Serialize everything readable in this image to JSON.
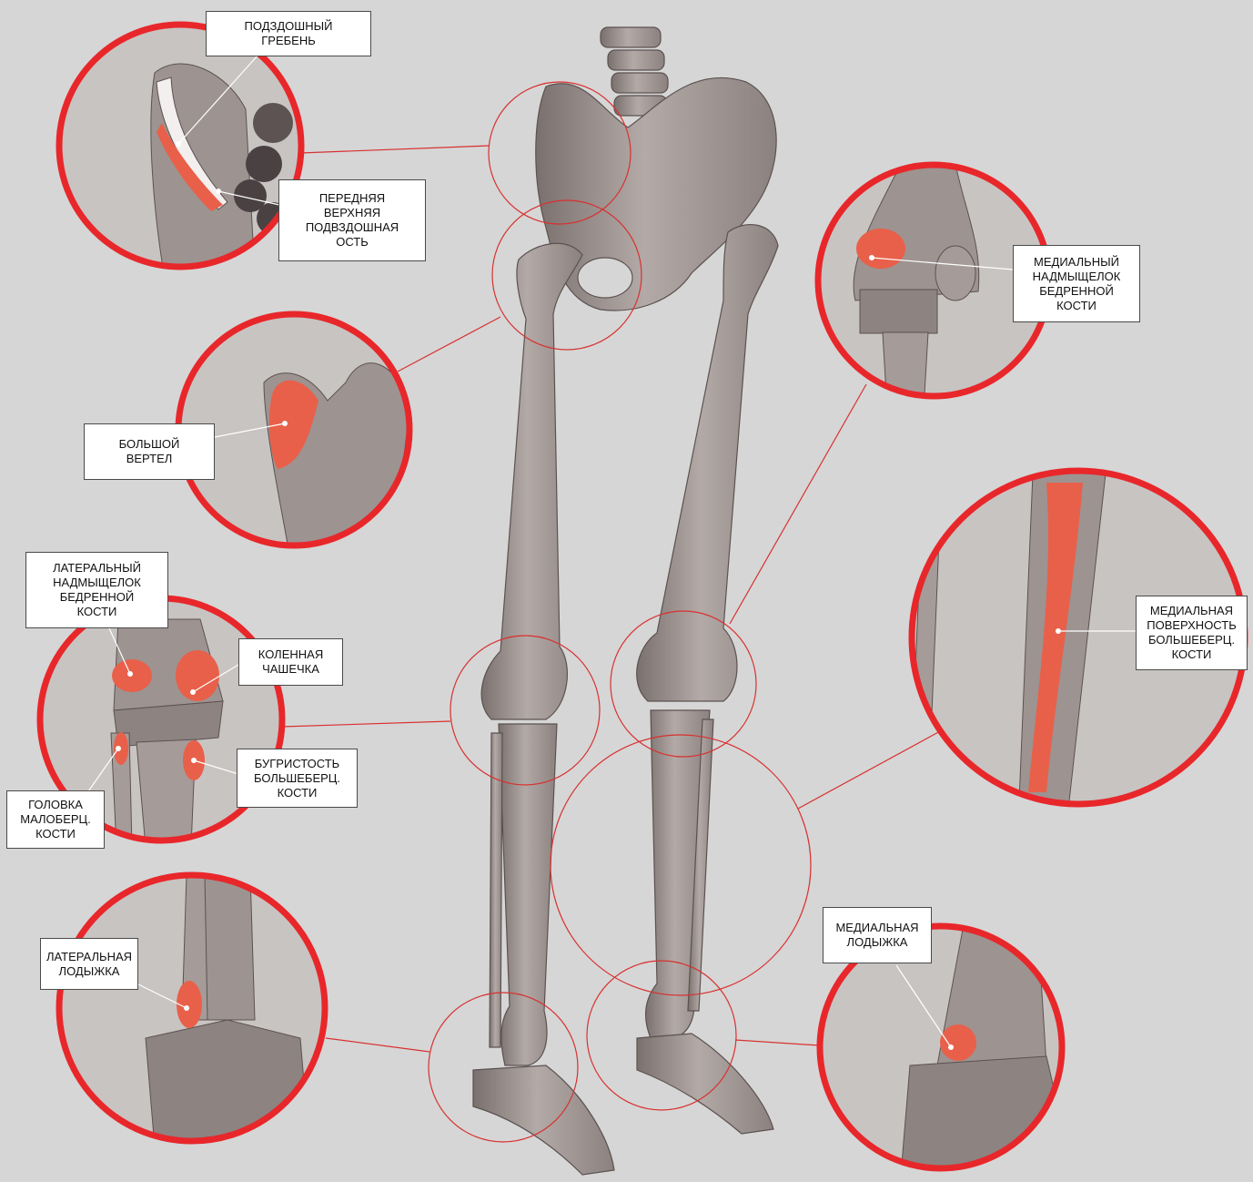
{
  "colors": {
    "background": "#d6d6d6",
    "accent": "#e8272b",
    "highlight": "#e8604a",
    "bone": "#a89f9c",
    "bone_dark": "#6f6563",
    "connector": "#d93030"
  },
  "labels": {
    "iliac_crest": "ПОДЗДОШНЫЙ\nГРЕБЕНЬ",
    "asis": "ПЕРЕДНЯЯ\nВЕРХНЯЯ\nПОДВЗДОШНАЯ\nОСТЬ",
    "greater_trochanter": "БОЛЬШОЙ\nВЕРТЕЛ",
    "lateral_epicondyle": "ЛАТЕРАЛЬНЫЙ\nНАДМЫЩЕЛОК\nБЕДРЕННОЙ\nКОСТИ",
    "patella": "КОЛЕННАЯ\nЧАШЕЧКА",
    "tibial_tuberosity": "БУГРИСТОСТЬ\nБОЛЬШЕБЕРЦ.\nКОСТИ",
    "fibula_head": "ГОЛОВКА\nМАЛОБЕРЦ.\nКОСТИ",
    "lateral_malleolus": "ЛАТЕРАЛЬНАЯ\nЛОДЫЖКА",
    "medial_epicondyle": "МЕДИАЛЬНЫЙ\nНАДМЫЩЕЛОК\nБЕДРЕННОЙ\nКОСТИ",
    "tibia_medial_surface": "МЕДИАЛЬНАЯ\nПОВЕРХНОСТЬ\nБОЛЬШЕБЕРЦ.\nКОСТИ",
    "medial_malleolus": "МЕДИАЛЬНАЯ\nЛОДЫЖКА"
  }
}
